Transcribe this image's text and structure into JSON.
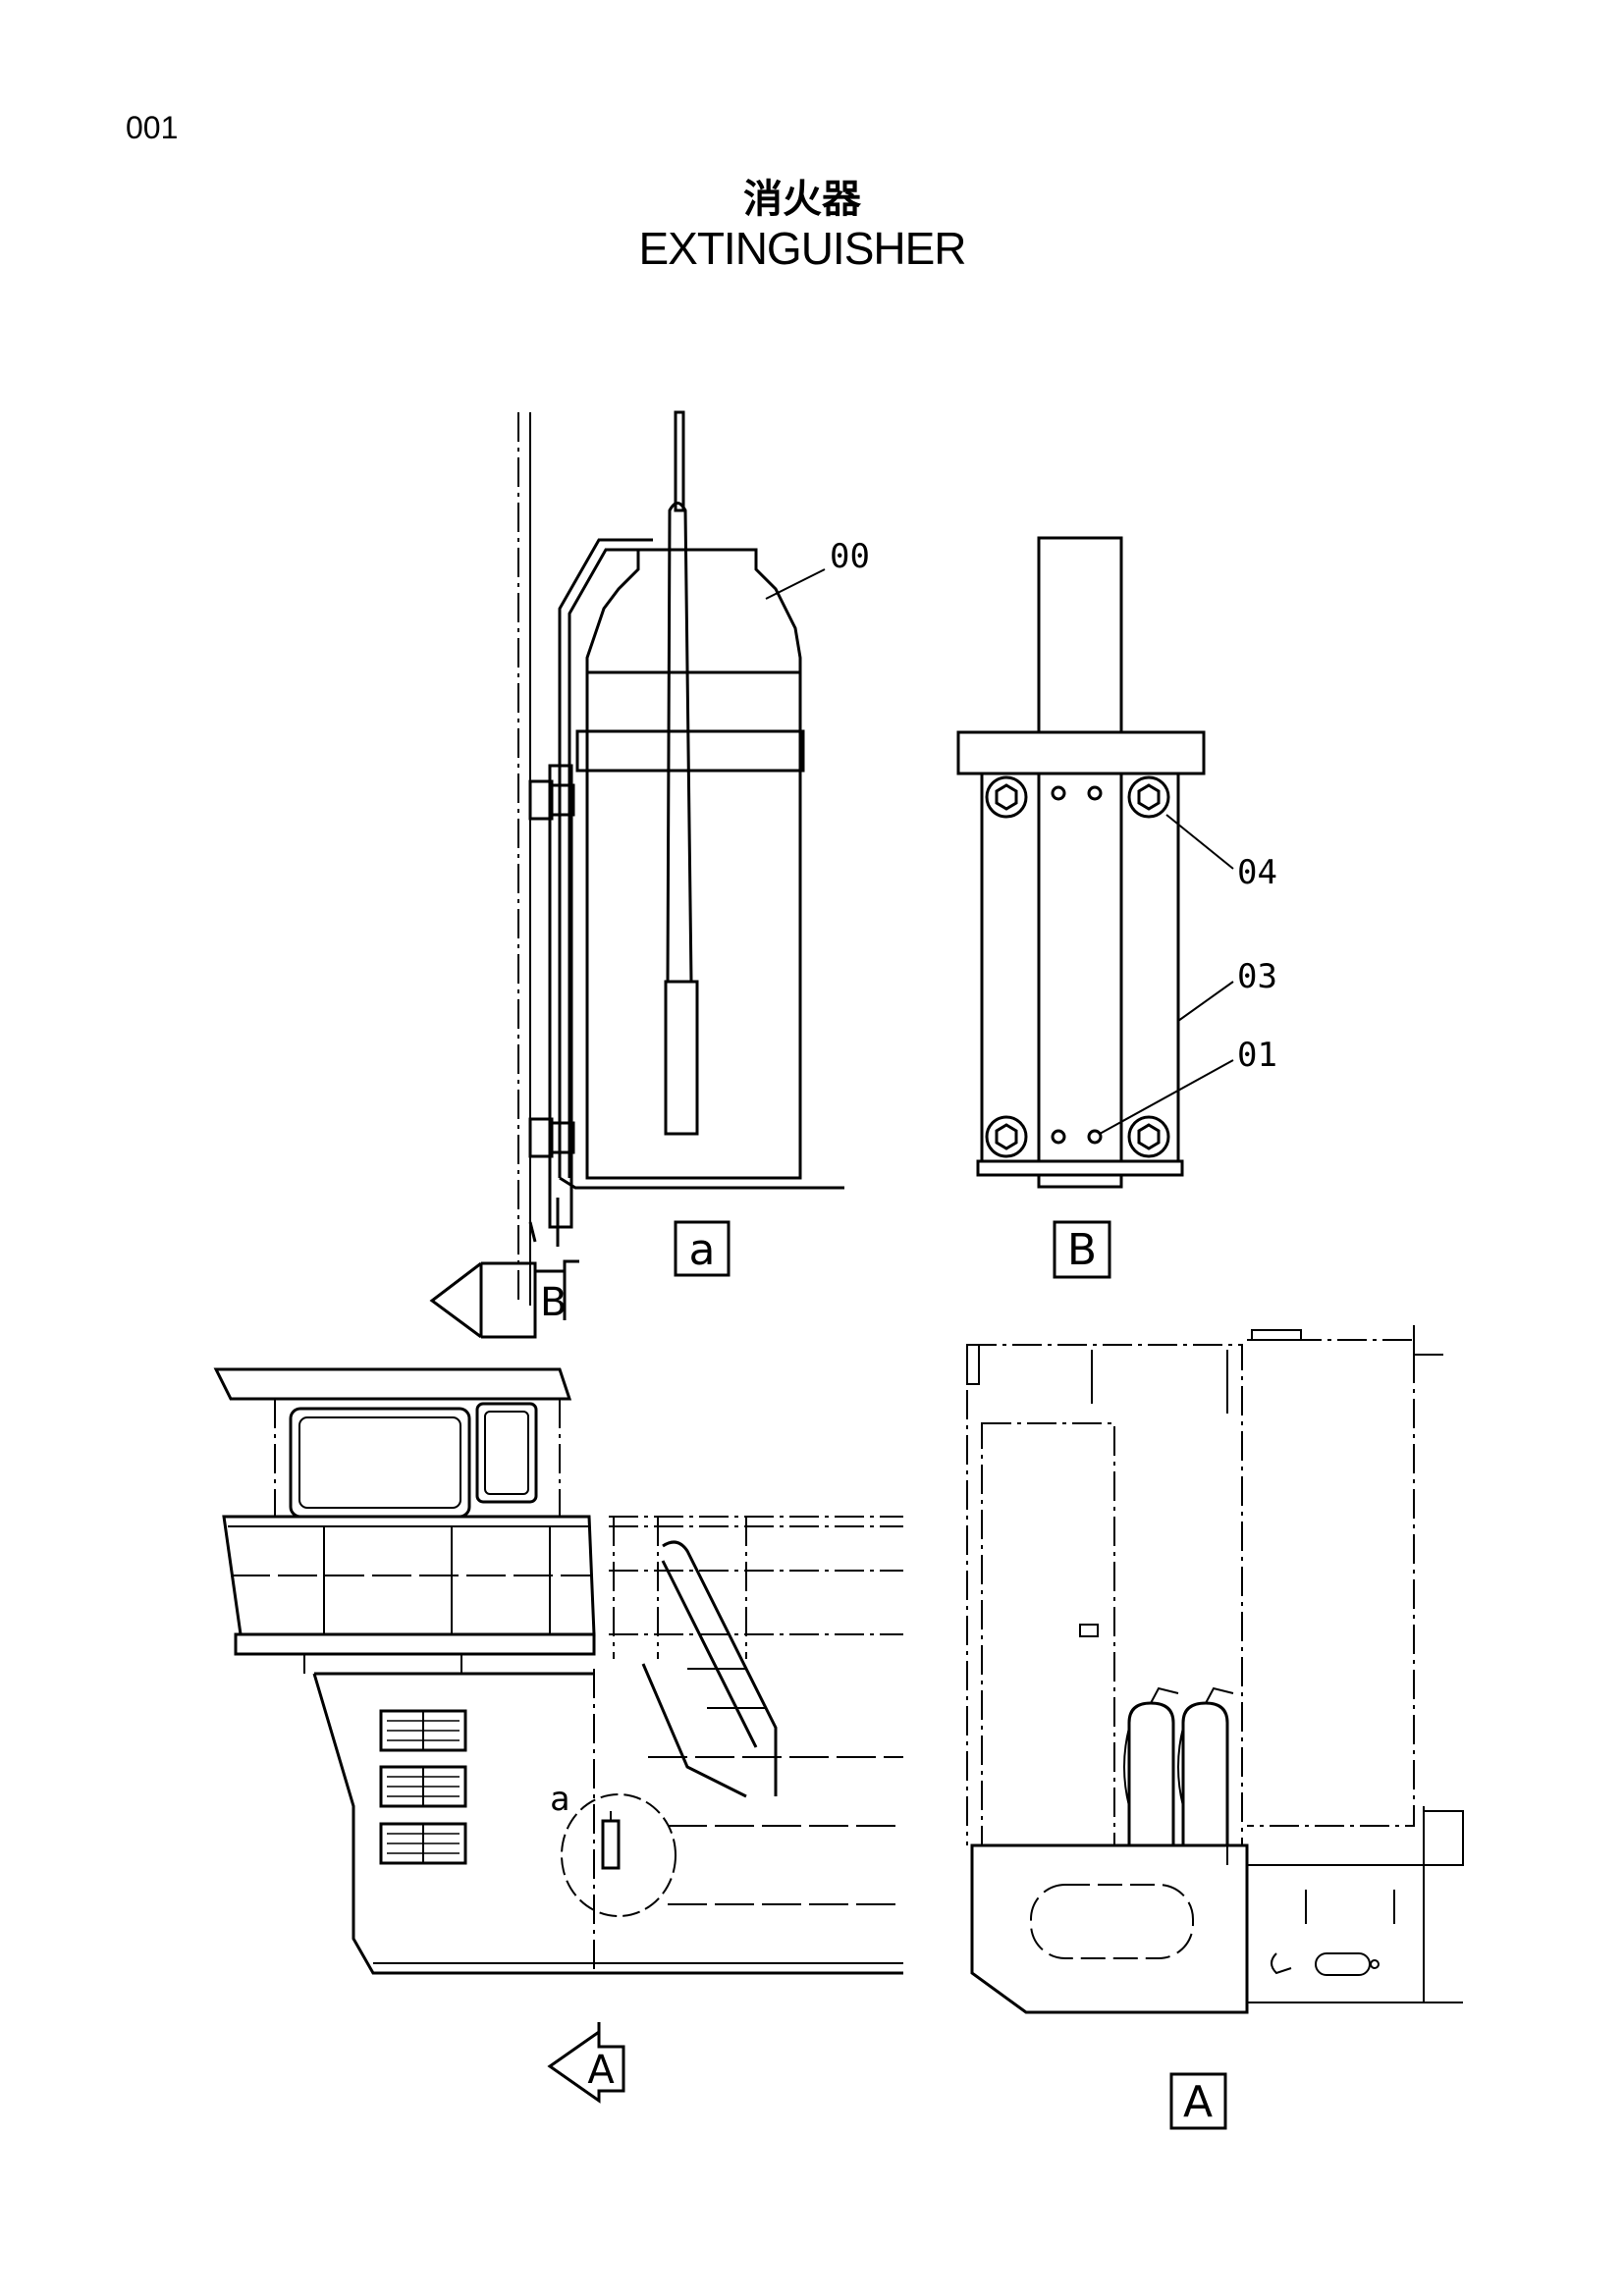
{
  "page_number": "001",
  "title_jp": "消火器",
  "title_en": "EXTINGUISHER",
  "part_labels": {
    "p00": "00",
    "p04": "04",
    "p03": "03",
    "p01": "01"
  },
  "view_labels": {
    "detail_a": "a",
    "view_b": "B",
    "view_a": "A"
  },
  "arrow_labels": {
    "arrow_b": "B",
    "arrow_a": "A"
  },
  "detail_callout": "a"
}
